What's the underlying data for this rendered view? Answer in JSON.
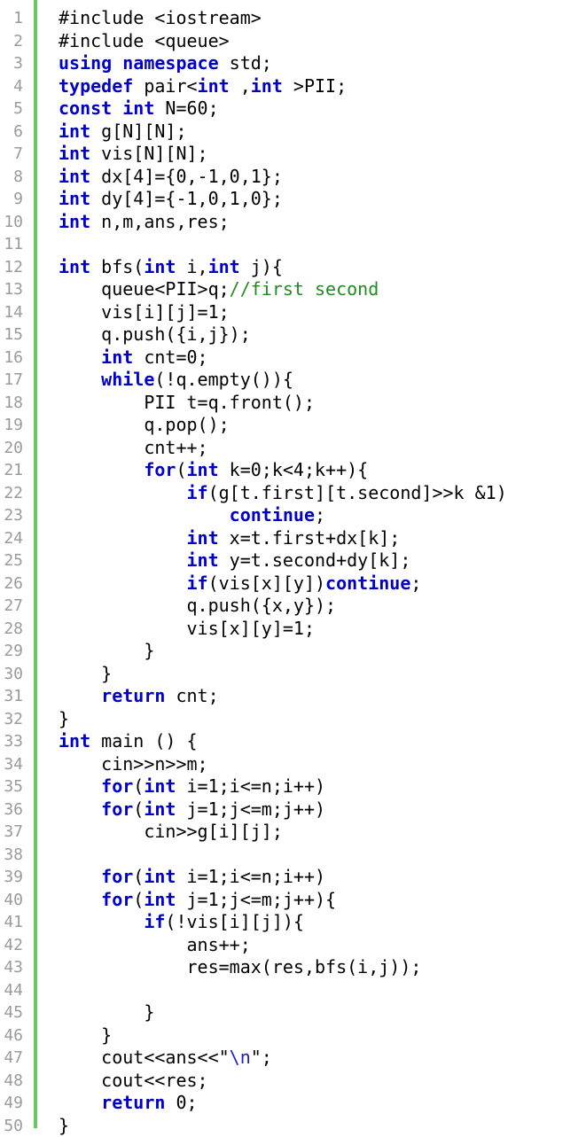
{
  "editor": {
    "gutter_color": "#64c864",
    "keyword_color": "#0000c8",
    "comment_color": "#1e8c1e",
    "lines": [
      {
        "n": "1",
        "t": [
          [
            "pp",
            "#include <iostream>"
          ]
        ]
      },
      {
        "n": "2",
        "t": [
          [
            "pp",
            "#include <queue>"
          ]
        ]
      },
      {
        "n": "3",
        "t": [
          [
            "kw",
            "using"
          ],
          [
            "p",
            " "
          ],
          [
            "kw",
            "namespace"
          ],
          [
            "p",
            " std;"
          ]
        ]
      },
      {
        "n": "4",
        "t": [
          [
            "kw",
            "typedef"
          ],
          [
            "p",
            " pair<"
          ],
          [
            "kw",
            "int"
          ],
          [
            "p",
            " ,"
          ],
          [
            "kw",
            "int"
          ],
          [
            "p",
            " >PII;"
          ]
        ]
      },
      {
        "n": "5",
        "t": [
          [
            "kw",
            "const"
          ],
          [
            "p",
            " "
          ],
          [
            "kw",
            "int"
          ],
          [
            "p",
            " N=60;"
          ]
        ]
      },
      {
        "n": "6",
        "t": [
          [
            "kw",
            "int"
          ],
          [
            "p",
            " g[N][N];"
          ]
        ]
      },
      {
        "n": "7",
        "t": [
          [
            "kw",
            "int"
          ],
          [
            "p",
            " vis[N][N];"
          ]
        ]
      },
      {
        "n": "8",
        "t": [
          [
            "kw",
            "int"
          ],
          [
            "p",
            " dx[4]={0,-1,0,1};"
          ]
        ]
      },
      {
        "n": "9",
        "t": [
          [
            "kw",
            "int"
          ],
          [
            "p",
            " dy[4]={-1,0,1,0};"
          ]
        ]
      },
      {
        "n": "10",
        "t": [
          [
            "kw",
            "int"
          ],
          [
            "p",
            " n,m,ans,res;"
          ]
        ]
      },
      {
        "n": "11",
        "t": []
      },
      {
        "n": "12",
        "t": [
          [
            "kw",
            "int"
          ],
          [
            "p",
            " bfs("
          ],
          [
            "kw",
            "int"
          ],
          [
            "p",
            " i,"
          ],
          [
            "kw",
            "int"
          ],
          [
            "p",
            " j){"
          ]
        ]
      },
      {
        "n": "13",
        "t": [
          [
            "p",
            "    queue<PII>q;"
          ],
          [
            "cm",
            "//first second"
          ]
        ]
      },
      {
        "n": "14",
        "t": [
          [
            "p",
            "    vis[i][j]=1;"
          ]
        ]
      },
      {
        "n": "15",
        "t": [
          [
            "p",
            "    q.push({i,j});"
          ]
        ]
      },
      {
        "n": "16",
        "t": [
          [
            "p",
            "    "
          ],
          [
            "kw",
            "int"
          ],
          [
            "p",
            " cnt=0;"
          ]
        ]
      },
      {
        "n": "17",
        "t": [
          [
            "p",
            "    "
          ],
          [
            "kw",
            "while"
          ],
          [
            "p",
            "(!q.empty()){"
          ]
        ]
      },
      {
        "n": "18",
        "t": [
          [
            "p",
            "        PII t=q.front();"
          ]
        ]
      },
      {
        "n": "19",
        "t": [
          [
            "p",
            "        q.pop();"
          ]
        ]
      },
      {
        "n": "20",
        "t": [
          [
            "p",
            "        cnt++;"
          ]
        ]
      },
      {
        "n": "21",
        "t": [
          [
            "p",
            "        "
          ],
          [
            "kw",
            "for"
          ],
          [
            "p",
            "("
          ],
          [
            "kw",
            "int"
          ],
          [
            "p",
            " k=0;k<4;k++){"
          ]
        ]
      },
      {
        "n": "22",
        "t": [
          [
            "p",
            "            "
          ],
          [
            "kw",
            "if"
          ],
          [
            "p",
            "(g[t.first][t.second]>>k &1)"
          ]
        ]
      },
      {
        "n": "23",
        "t": [
          [
            "p",
            "                "
          ],
          [
            "kw",
            "continue"
          ],
          [
            "p",
            ";"
          ]
        ]
      },
      {
        "n": "24",
        "t": [
          [
            "p",
            "            "
          ],
          [
            "kw",
            "int"
          ],
          [
            "p",
            " x=t.first+dx[k];"
          ]
        ]
      },
      {
        "n": "25",
        "t": [
          [
            "p",
            "            "
          ],
          [
            "kw",
            "int"
          ],
          [
            "p",
            " y=t.second+dy[k];"
          ]
        ]
      },
      {
        "n": "26",
        "t": [
          [
            "p",
            "            "
          ],
          [
            "kw",
            "if"
          ],
          [
            "p",
            "(vis[x][y])"
          ],
          [
            "kw",
            "continue"
          ],
          [
            "p",
            ";"
          ]
        ]
      },
      {
        "n": "27",
        "t": [
          [
            "p",
            "            q.push({x,y});"
          ]
        ]
      },
      {
        "n": "28",
        "t": [
          [
            "p",
            "            vis[x][y]=1;"
          ]
        ]
      },
      {
        "n": "29",
        "t": [
          [
            "p",
            "        }"
          ]
        ]
      },
      {
        "n": "30",
        "t": [
          [
            "p",
            "    }"
          ]
        ]
      },
      {
        "n": "31",
        "t": [
          [
            "p",
            "    "
          ],
          [
            "kw",
            "return"
          ],
          [
            "p",
            " cnt;"
          ]
        ]
      },
      {
        "n": "32",
        "t": [
          [
            "p",
            "}"
          ]
        ]
      },
      {
        "n": "33",
        "t": [
          [
            "kw",
            "int"
          ],
          [
            "p",
            " main () {"
          ]
        ]
      },
      {
        "n": "34",
        "t": [
          [
            "p",
            "    cin>>n>>m;"
          ]
        ]
      },
      {
        "n": "35",
        "t": [
          [
            "p",
            "    "
          ],
          [
            "kw",
            "for"
          ],
          [
            "p",
            "("
          ],
          [
            "kw",
            "int"
          ],
          [
            "p",
            " i=1;i<=n;i++)"
          ]
        ]
      },
      {
        "n": "36",
        "t": [
          [
            "p",
            "    "
          ],
          [
            "kw",
            "for"
          ],
          [
            "p",
            "("
          ],
          [
            "kw",
            "int"
          ],
          [
            "p",
            " j=1;j<=m;j++)"
          ]
        ]
      },
      {
        "n": "37",
        "t": [
          [
            "p",
            "        cin>>g[i][j];"
          ]
        ]
      },
      {
        "n": "38",
        "t": []
      },
      {
        "n": "39",
        "t": [
          [
            "p",
            "    "
          ],
          [
            "kw",
            "for"
          ],
          [
            "p",
            "("
          ],
          [
            "kw",
            "int"
          ],
          [
            "p",
            " i=1;i<=n;i++)"
          ]
        ]
      },
      {
        "n": "40",
        "t": [
          [
            "p",
            "    "
          ],
          [
            "kw",
            "for"
          ],
          [
            "p",
            "("
          ],
          [
            "kw",
            "int"
          ],
          [
            "p",
            " j=1;j<=m;j++){"
          ]
        ]
      },
      {
        "n": "41",
        "t": [
          [
            "p",
            "        "
          ],
          [
            "kw",
            "if"
          ],
          [
            "p",
            "(!vis[i][j]){"
          ]
        ]
      },
      {
        "n": "42",
        "t": [
          [
            "p",
            "            ans++;"
          ]
        ]
      },
      {
        "n": "43",
        "t": [
          [
            "p",
            "            res=max(res,bfs(i,j));"
          ]
        ]
      },
      {
        "n": "44",
        "t": []
      },
      {
        "n": "45",
        "t": [
          [
            "p",
            "        }"
          ]
        ]
      },
      {
        "n": "46",
        "t": [
          [
            "p",
            "    }"
          ]
        ]
      },
      {
        "n": "47",
        "t": [
          [
            "p",
            "    cout<<ans<<\""
          ],
          [
            "esc",
            "\\n"
          ],
          [
            "p",
            "\";"
          ]
        ]
      },
      {
        "n": "48",
        "t": [
          [
            "p",
            "    cout<<res;"
          ]
        ]
      },
      {
        "n": "49",
        "t": [
          [
            "p",
            "    "
          ],
          [
            "kw",
            "return"
          ],
          [
            "p",
            " 0;"
          ]
        ]
      },
      {
        "n": "50",
        "t": [
          [
            "p",
            "}"
          ]
        ]
      }
    ]
  }
}
